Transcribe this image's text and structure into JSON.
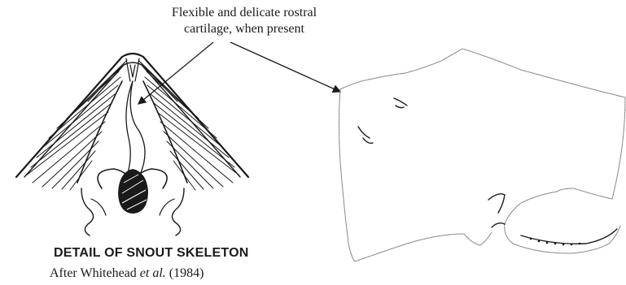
{
  "annotation": {
    "line1": "Flexible and delicate rostral",
    "line2": "cartilage, when present"
  },
  "detail": {
    "title": "DETAIL OF SNOUT SKELETON",
    "credit_prefix": "After Whitehead ",
    "credit_italic": "et al.",
    "credit_suffix": " (1984)"
  },
  "colors": {
    "ink": "#1a1a1a",
    "ray_outline": "#8a8a8a"
  }
}
